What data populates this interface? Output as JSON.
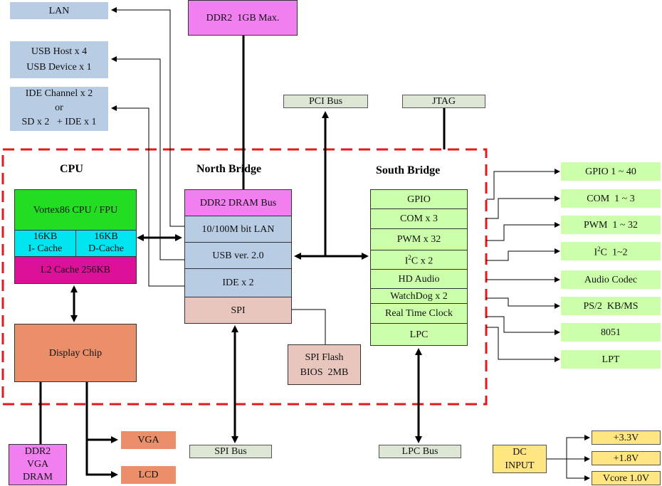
{
  "headers": {
    "cpu": "CPU",
    "north": "North Bridge",
    "south": "South Bridge"
  },
  "left_io": {
    "lan": "LAN",
    "usb_host": "USB Host x 4",
    "usb_device": "USB Device x 1",
    "ide_channel": "IDE Channel x 2",
    "or": "or",
    "sd_ide": "SD x 2   + IDE x 1"
  },
  "ddr2_max": "DDR2  1GB Max.",
  "pci_bus": "PCI Bus",
  "jtag": "JTAG",
  "cpu": {
    "core": "Vortex86 CPU / FPU",
    "icache_1": "16KB",
    "icache_2": "I- Cache",
    "dcache_1": "16KB",
    "dcache_2": "D-Cache",
    "l2": "L2 Cache 256KB"
  },
  "display_chip": "Display Chip",
  "north_bridge": {
    "ddr2_bus": "DDR2 DRAM Bus",
    "lan": "10/100M bit LAN",
    "usb": "USB ver. 2.0",
    "ide": "IDE x 2",
    "spi": "SPI"
  },
  "south_bridge": {
    "gpio": "GPIO",
    "com": "COM x 3",
    "pwm": "PWM x 32",
    "i2c_pre": "I",
    "i2c_sup": "2",
    "i2c_post": "C x 2",
    "hd_audio": "HD Audio",
    "watchdog": "WatchDog x 2",
    "rtc": "Real Time Clock",
    "lpc": "LPC"
  },
  "spi_flash_1": "SPI Flash",
  "spi_flash_2": "BIOS  2MB",
  "spi_bus": "SPI Bus",
  "lpc_bus": "LPC Bus",
  "ddr2_vga_1": "DDR2",
  "ddr2_vga_2": "VGA",
  "ddr2_vga_3": "DRAM",
  "vga": "VGA",
  "lcd": "LCD",
  "right_io": {
    "gpio": "GPIO 1 ~ 40",
    "com": "COM  1 ~ 3",
    "pwm": "PWM  1 ~ 32",
    "i2c_pre": "I",
    "i2c_sup": "2",
    "i2c_post": "C  1~2",
    "audio": "Audio Codec",
    "ps2": "PS/2  KB/MS",
    "i8051": "8051",
    "lpt": "LPT"
  },
  "dc_input_1": "DC",
  "dc_input_2": "INPUT",
  "power": {
    "v33": "+3.3V",
    "v18": "+1.8V",
    "vcore": "Vcore 1.0V"
  },
  "colors": {
    "dashed_border": "#e31a1c",
    "light_blue": "#b8cce4",
    "light_green": "#ccffaa",
    "pink": "#f27ff0",
    "magenta": "#dd1199",
    "cyan": "#00e5f0",
    "cpu_green": "#22dd22",
    "salmon": "#eb8e6a",
    "yellow": "#ffe680",
    "gray_bus": "#dde5d5"
  }
}
